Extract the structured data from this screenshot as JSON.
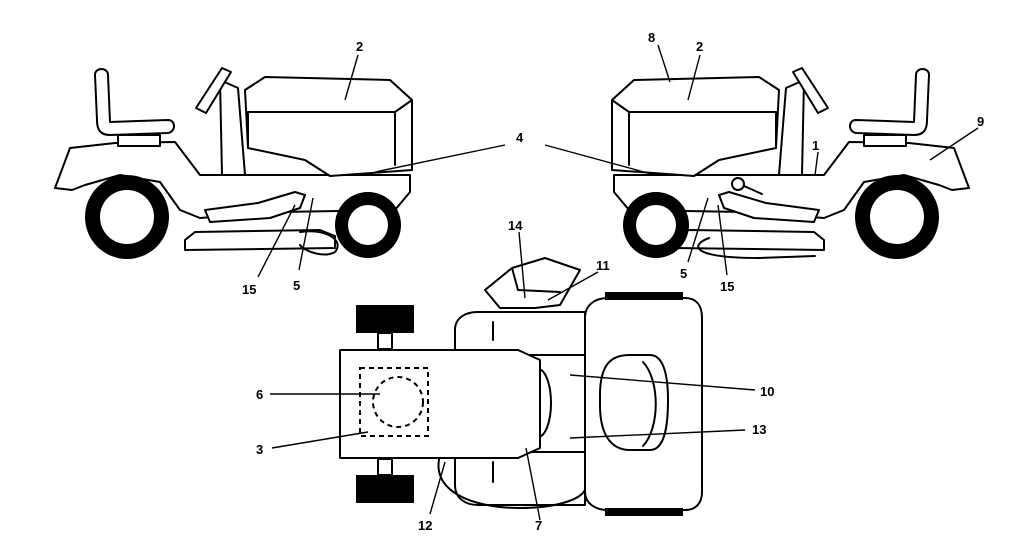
{
  "callouts": {
    "left_side": {
      "hood": "2",
      "side_panel": "4",
      "footrest": "5",
      "rear": "15"
    },
    "right_side": {
      "top": "8",
      "hood": "2",
      "side_panel": "4",
      "seat_bar": "1",
      "fender": "9",
      "footrest": "5",
      "rear": "15"
    },
    "top_view": {
      "chute_a": "14",
      "chute_b": "11",
      "steer": "6",
      "dash": "3",
      "engine_a": "10",
      "engine_b": "13",
      "cable": "12",
      "frame": "7"
    }
  }
}
